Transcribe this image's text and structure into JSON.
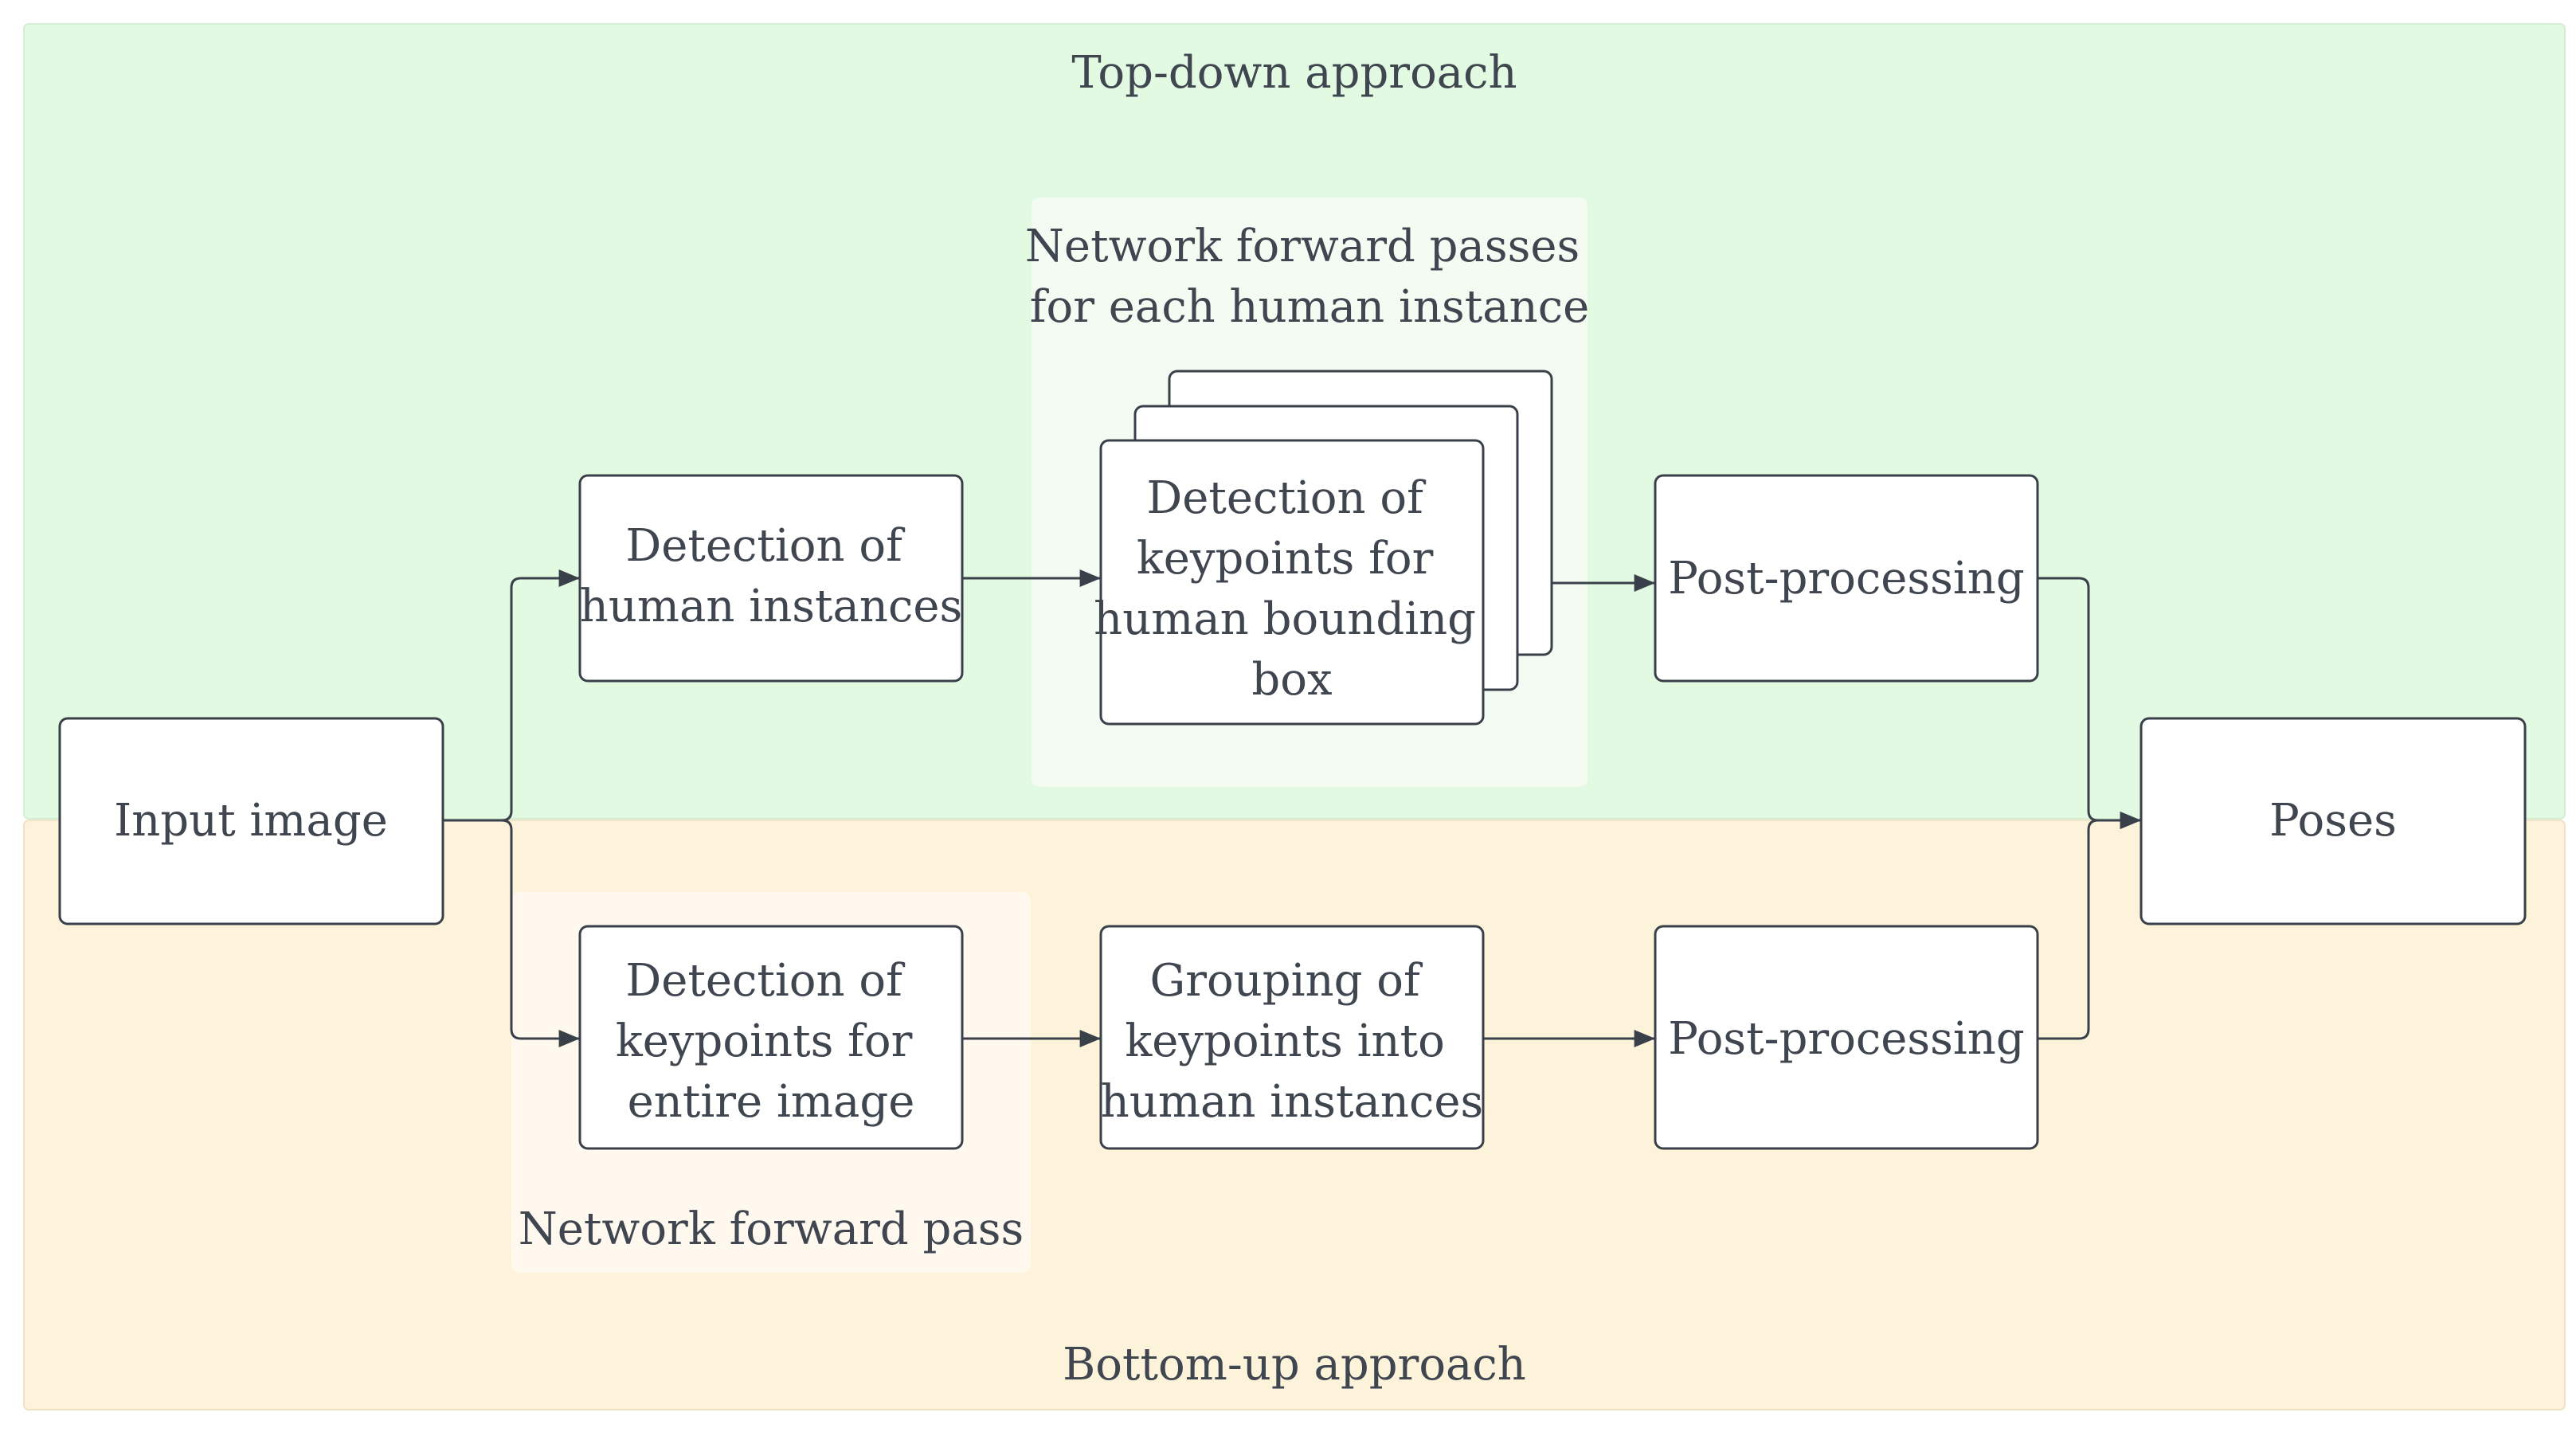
{
  "regions": {
    "top_down": {
      "title": "Top-down approach",
      "color": "#e2f9e2"
    },
    "bottom_up": {
      "title": "Bottom-up approach",
      "color": "#fdf2da"
    }
  },
  "groups": {
    "td_network": {
      "title_lines": [
        "Network forward passes",
        "for each human instance"
      ],
      "color": "#f3fbf3"
    },
    "bu_network": {
      "title_lines": [
        "Network forward pass"
      ],
      "color": "#fff8ef"
    }
  },
  "nodes": {
    "input": {
      "lines": [
        "Input image"
      ]
    },
    "td_detect_humans": {
      "lines": [
        "Detection of",
        "human instances"
      ]
    },
    "td_detect_keypoints": {
      "lines": [
        "Detection of",
        "keypoints for",
        "human bounding",
        "box"
      ]
    },
    "td_post": {
      "lines": [
        "Post-processing"
      ]
    },
    "bu_detect_keypoints": {
      "lines": [
        "Detection of",
        "keypoints for",
        "entire image"
      ]
    },
    "bu_grouping": {
      "lines": [
        "Grouping of",
        "keypoints into",
        "human instances"
      ]
    },
    "bu_post": {
      "lines": [
        "Post-processing"
      ]
    },
    "poses": {
      "lines": [
        "Poses"
      ]
    }
  },
  "colors": {
    "stroke": "#3a4049",
    "text": "#3f4650"
  }
}
